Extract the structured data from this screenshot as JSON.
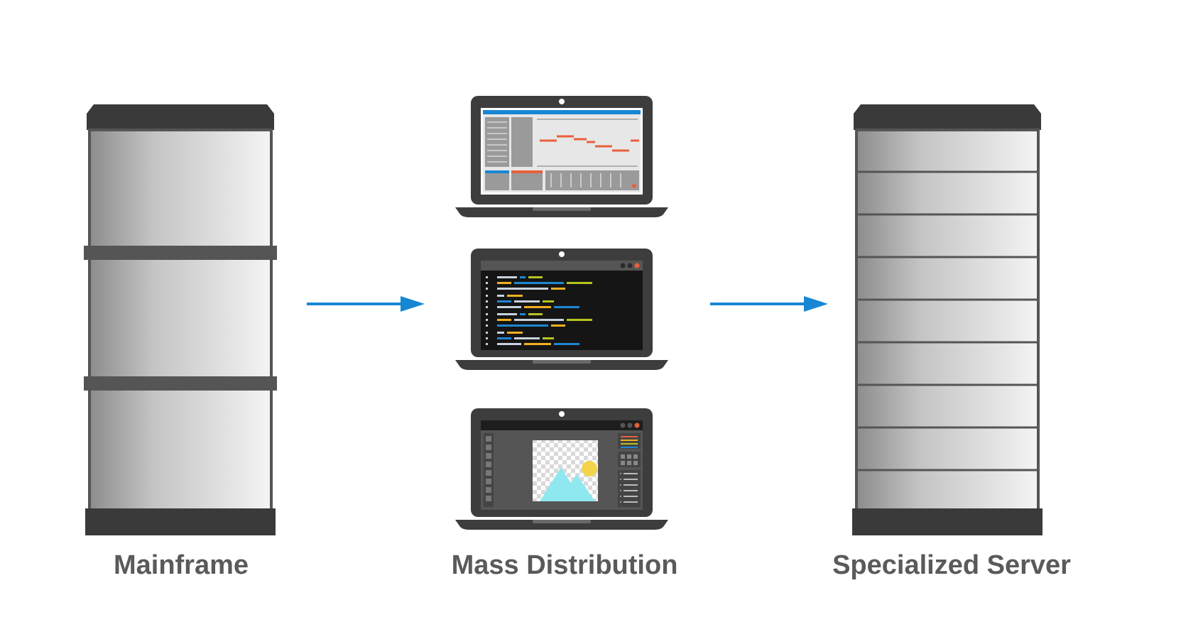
{
  "labels": {
    "mainframe": "Mainframe",
    "mass_distribution": "Mass Distribution",
    "specialized_server": "Specialized Server"
  },
  "colors": {
    "cabinet_dark": "#3a3a3a",
    "cabinet_gradient_dark": "#8c8c8c",
    "cabinet_gradient_light": "#f2f2f2",
    "band": "#555555",
    "arrow": "#1787d4",
    "label": "#5a5a5a",
    "laptop_body": "#3d3d3d",
    "chart_line": "#e8603c",
    "code_yellow": "#b5c41c",
    "code_blue": "#1e87d2",
    "code_orange": "#f0b023",
    "code_light": "#c8d2dc",
    "sun": "#f3d34a",
    "mountain": "#8fe8f0"
  },
  "icons": [
    "mainframe-icon",
    "arrow-right-icon",
    "laptop-chart-icon",
    "laptop-code-icon",
    "laptop-image-editor-icon",
    "server-rack-icon"
  ]
}
